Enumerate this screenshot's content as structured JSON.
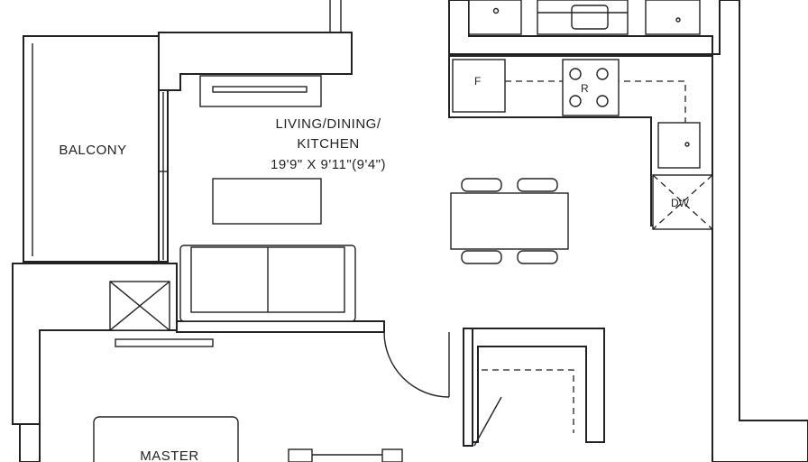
{
  "rooms": {
    "balcony": "BALCONY",
    "living_line1": "LIVING/DINING/",
    "living_line2": "KITCHEN",
    "living_dims": "19'9\" X 9'11\"(9'4\")",
    "master": "MASTER"
  },
  "appliances": {
    "fridge": "F",
    "range": "R",
    "dishwasher": "DW"
  }
}
